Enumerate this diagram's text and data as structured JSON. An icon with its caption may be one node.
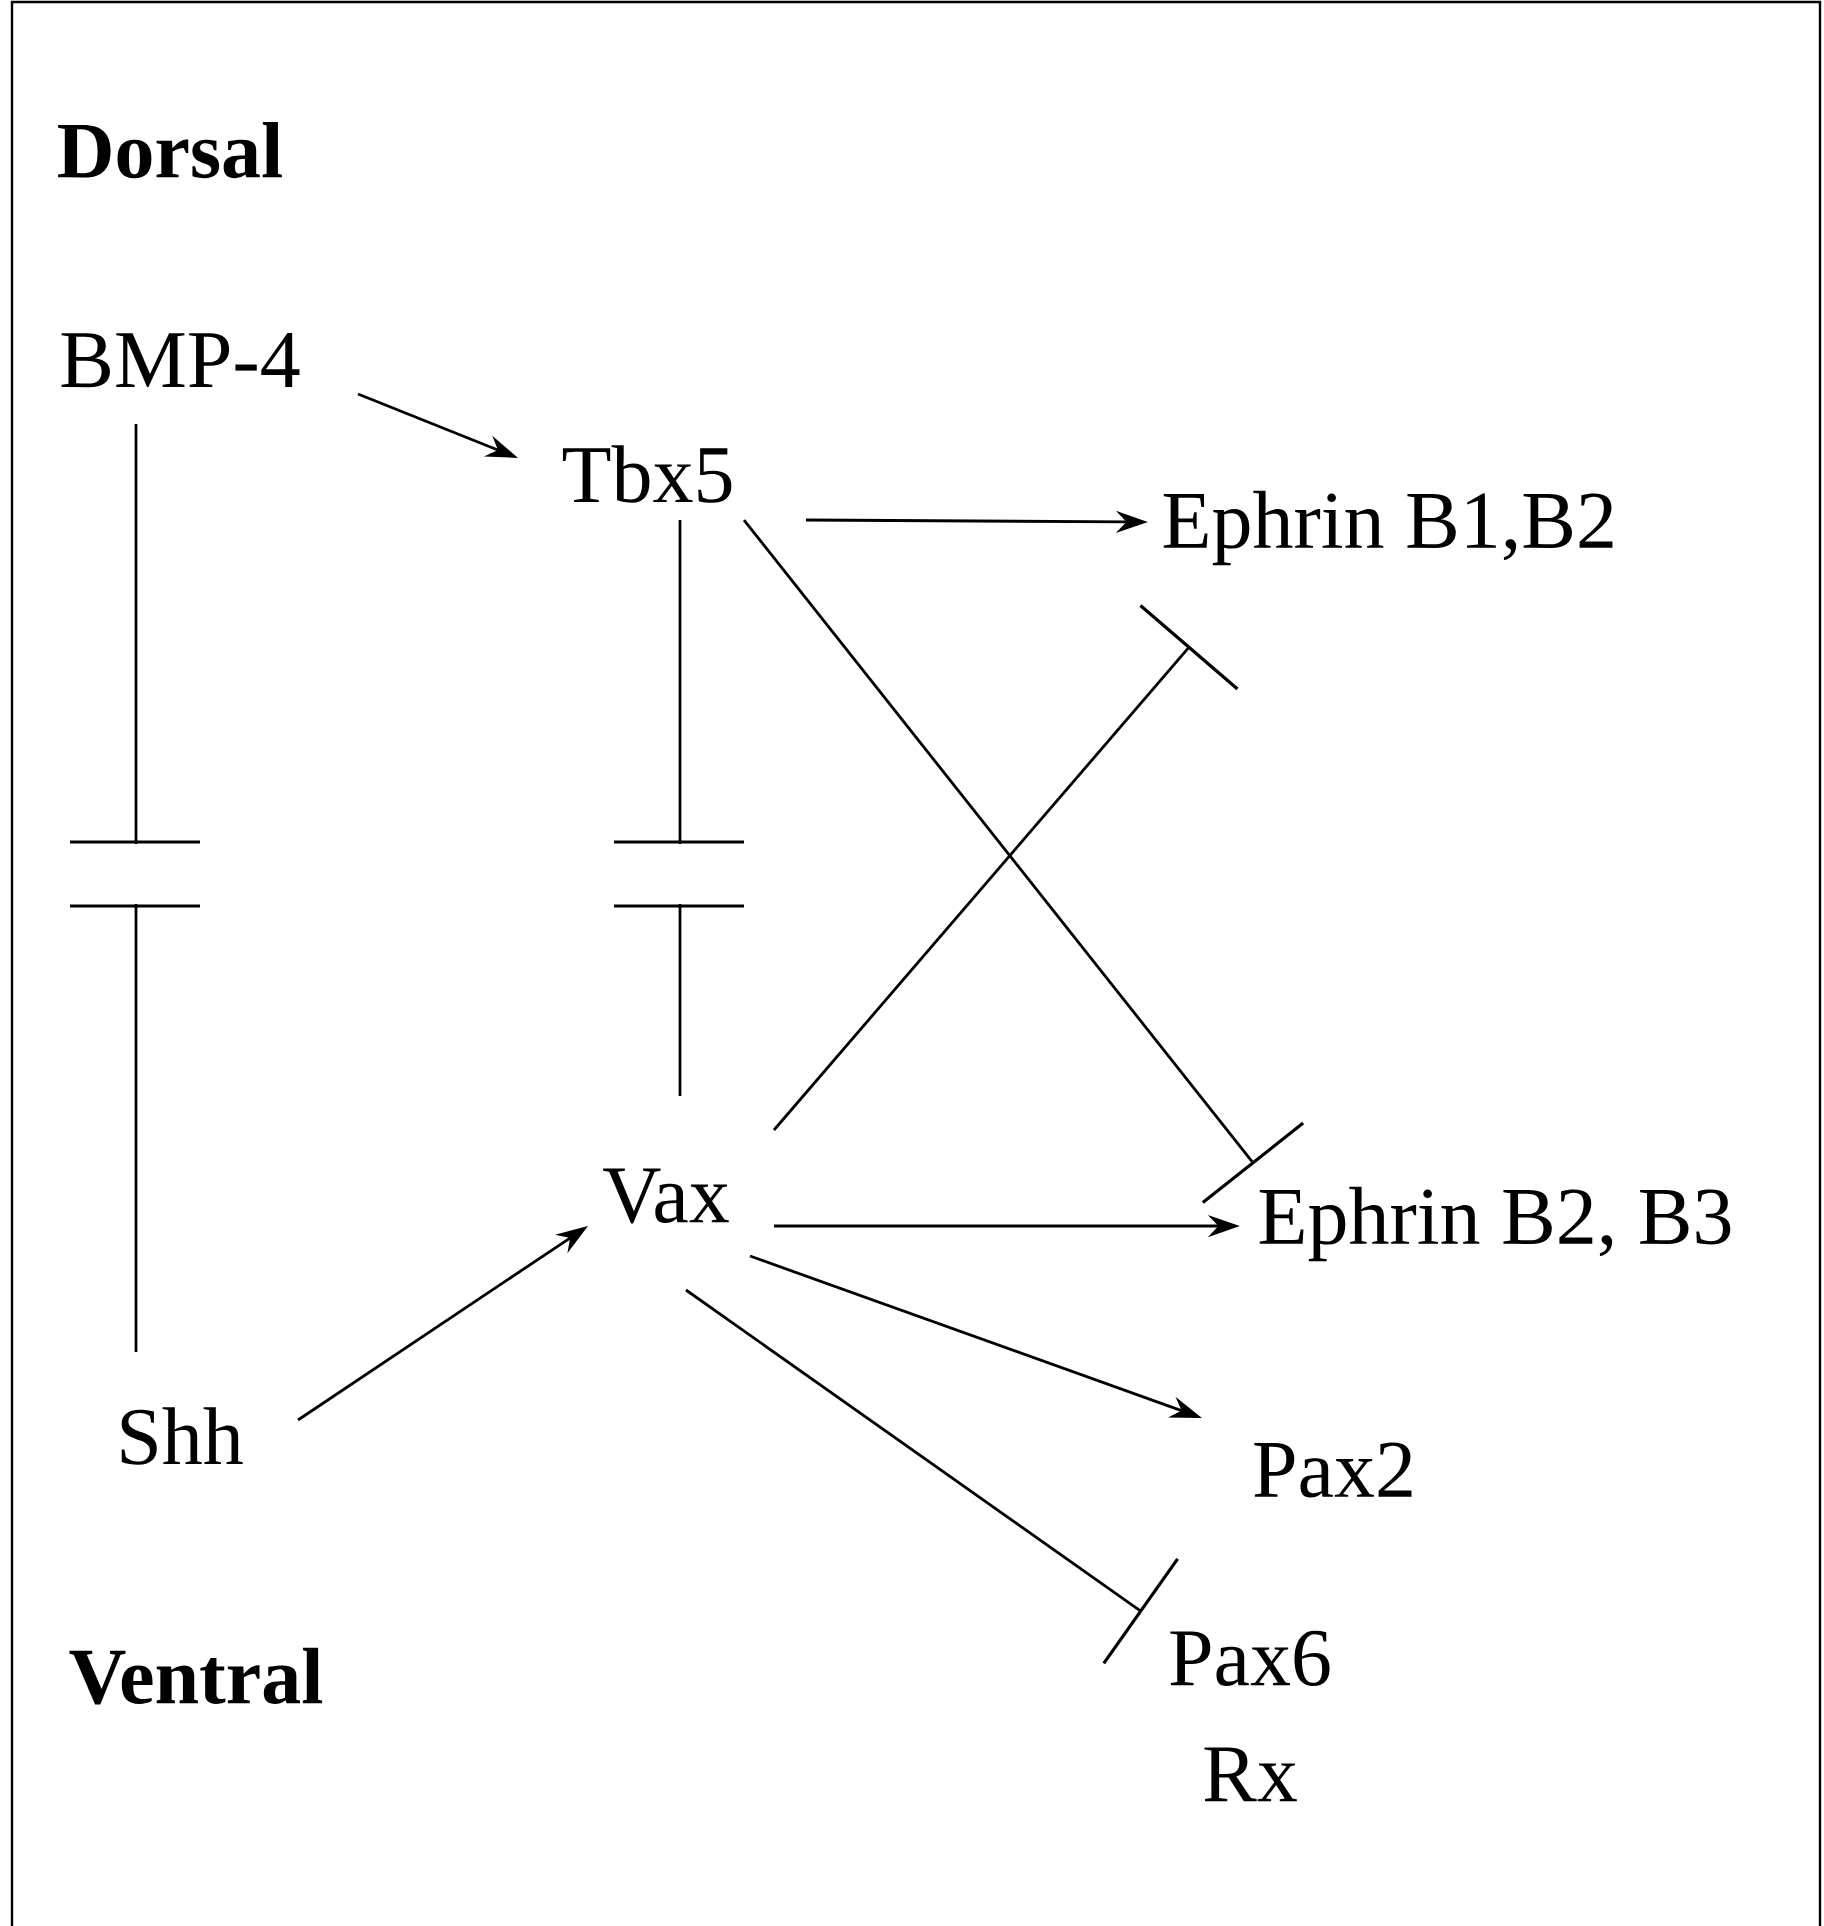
{
  "diagram": {
    "nodes": [
      {
        "text": [
          "BMP-4"
        ]
      },
      {
        "text": [
          "Tbx5"
        ]
      },
      {
        "text": [
          "Ephrin B1,B2"
        ]
      },
      {
        "text": [
          "Vax"
        ]
      },
      {
        "text": [
          "Ephrin B2, B3"
        ]
      },
      {
        "text": [
          "Shh"
        ]
      },
      {
        "text": [
          "Pax2"
        ]
      },
      {
        "text": [
          "Pax6 Rx"
        ]
      }
    ],
    "edges": [
      {
        "from": 0,
        "to": 1,
        "arrow": "to"
      },
      {
        "from": 0,
        "to": 5,
        "arrow": "none"
      },
      {
        "from": 1,
        "to": 2,
        "arrow": "to"
      },
      {
        "from": 1,
        "to": 3,
        "arrow": "none"
      },
      {
        "from": 1,
        "to": 4,
        "arrow": "other"
      },
      {
        "from": 3,
        "to": 2,
        "arrow": "other"
      },
      {
        "from": 3,
        "to": 4,
        "arrow": "to"
      },
      {
        "from": 3,
        "to": 6,
        "arrow": "to"
      },
      {
        "from": 3,
        "to": 7,
        "arrow": "other"
      },
      {
        "from": 5,
        "to": 3,
        "arrow": "to"
      }
    ],
    "labels": [
      "Dorsal",
      "Ventral"
    ]
  }
}
